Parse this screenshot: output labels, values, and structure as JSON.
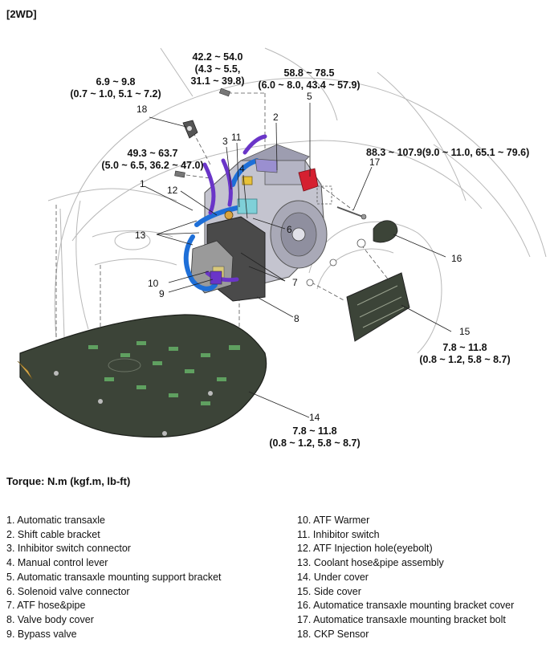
{
  "header": "[2WD]",
  "torque_note": "Torque: N.m (kgf.m, lb-ft)",
  "torques": {
    "t1_line1": "42.2 ~ 54.0",
    "t1_line2": "(4.3 ~ 5.5,",
    "t1_line3": "31.1 ~ 39.8)",
    "t2_line1": "6.9 ~ 9.8",
    "t2_line2": "(0.7 ~ 1.0, 5.1 ~ 7.2)",
    "t3_line1": "58.8 ~ 78.5",
    "t3_line2": "(6.0 ~ 8.0, 43.4 ~ 57.9)",
    "t4_line1": "49.3 ~ 63.7",
    "t4_line2": "(5.0 ~ 6.5, 36.2 ~ 47.0)",
    "t5_line1": "88.3 ~ 107.9(9.0 ~ 11.0, 65.1 ~ 79.6)",
    "t6_line1": "7.8 ~ 11.8",
    "t6_line2": "(0.8 ~ 1.2, 5.8 ~ 8.7)",
    "t7_line1": "7.8 ~ 11.8",
    "t7_line2": "(0.8 ~ 1.2, 5.8 ~ 8.7)"
  },
  "callouts": [
    "1",
    "2",
    "3",
    "4",
    "5",
    "6",
    "7",
    "8",
    "9",
    "10",
    "11",
    "12",
    "13",
    "14",
    "15",
    "16",
    "17",
    "18"
  ],
  "legend_left": [
    "1. Automatic transaxle",
    "2. Shift cable bracket",
    "3. Inhibitor switch connector",
    "4. Manual control lever",
    "5. Automatic transaxle mounting support bracket",
    "6. Solenoid valve connector",
    "7. ATF hose&pipe",
    "8. Valve body cover",
    "9. Bypass valve"
  ],
  "legend_right": [
    "10. ATF Warmer",
    "11. Inhibitor switch",
    "12. ATF Injection hole(eyebolt)",
    "13. Coolant hose&pipe assembly",
    "14. Under cover",
    "15. Side cover",
    "16. Automatice transaxle mounting bracket cover",
    "17. Automatice transaxle mounting bracket bolt",
    "18. CKP Sensor"
  ],
  "colors": {
    "hose_purple": "#6a35c8",
    "hose_blue": "#1e6fd8",
    "accent_red": "#d52030",
    "cover_dark": "#3c4438",
    "cover_green": "#5fa060",
    "housing_grey": "#b9b9c4"
  }
}
